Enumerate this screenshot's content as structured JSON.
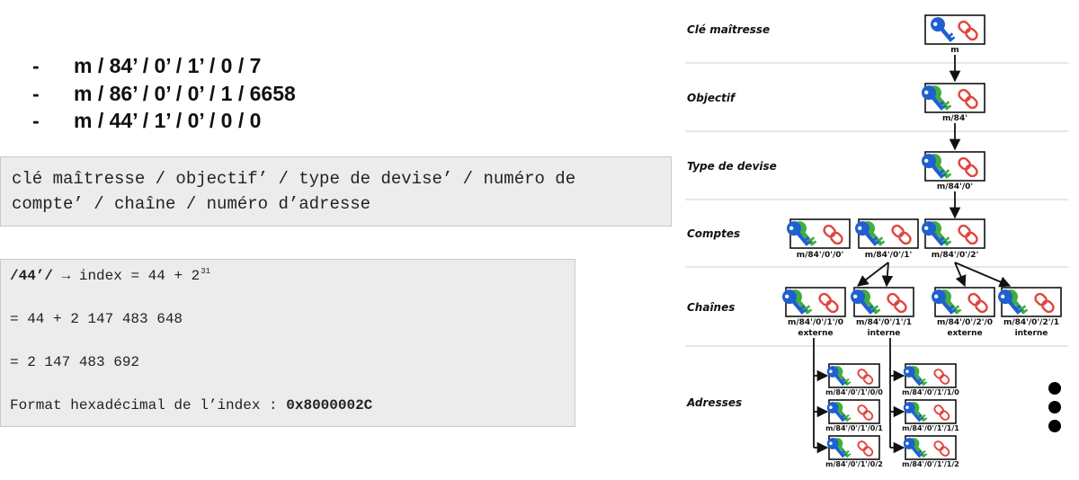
{
  "paths": [
    "m / 84’ / 0’ / 1’ / 0 / 7",
    "m / 86’ / 0’ / 0’ / 1 / 6658",
    "m / 44’ / 1’ / 0’ / 0 / 0"
  ],
  "path_bullet": "-",
  "format_box": {
    "line1": "clé maîtresse / objectif’ / type de devise’ / numéro de",
    "line2": "compte’ / chaîne / numéro d’adresse"
  },
  "index_box": {
    "path": "/44’/",
    "arrow": "→",
    "formula": "index = 44 + 2",
    "exponent": "31",
    "line2": "= 44 + 2 147 483 648",
    "line3": "= 2 147 483 692",
    "hex_label": "Format hexadécimal de l’index :",
    "hex_value": "0x8000002C"
  },
  "tree": {
    "rows": [
      "Clé maîtresse",
      "Objectif",
      "Type de devise",
      "Comptes",
      "Chaînes",
      "Adresses"
    ],
    "master": "m",
    "purpose": "m/84'",
    "coin": "m/84'/0'",
    "accounts": [
      "m/84'/0'/0'",
      "m/84'/0'/1'",
      "m/84'/0'/2'"
    ],
    "chains": [
      {
        "path": "m/84'/0'/1'/0",
        "kind": "externe"
      },
      {
        "path": "m/84'/0'/1'/1",
        "kind": "interne"
      },
      {
        "path": "m/84'/0'/2'/0",
        "kind": "externe"
      },
      {
        "path": "m/84'/0'/2'/1",
        "kind": "interne"
      }
    ],
    "addresses_left": [
      "m/84'/0'/1'/0/0",
      "m/84'/0'/1'/0/1",
      "m/84'/0'/1'/0/2"
    ],
    "addresses_right": [
      "m/84'/0'/1'/1/0",
      "m/84'/0'/1'/1/1",
      "m/84'/0'/1'/1/2"
    ],
    "colors": {
      "master_key": "#1f5fd0",
      "child_key": "#3fae3f",
      "chain_link": "#e0453e",
      "separator": "#cfcfcf",
      "arrow": "#111111"
    }
  }
}
